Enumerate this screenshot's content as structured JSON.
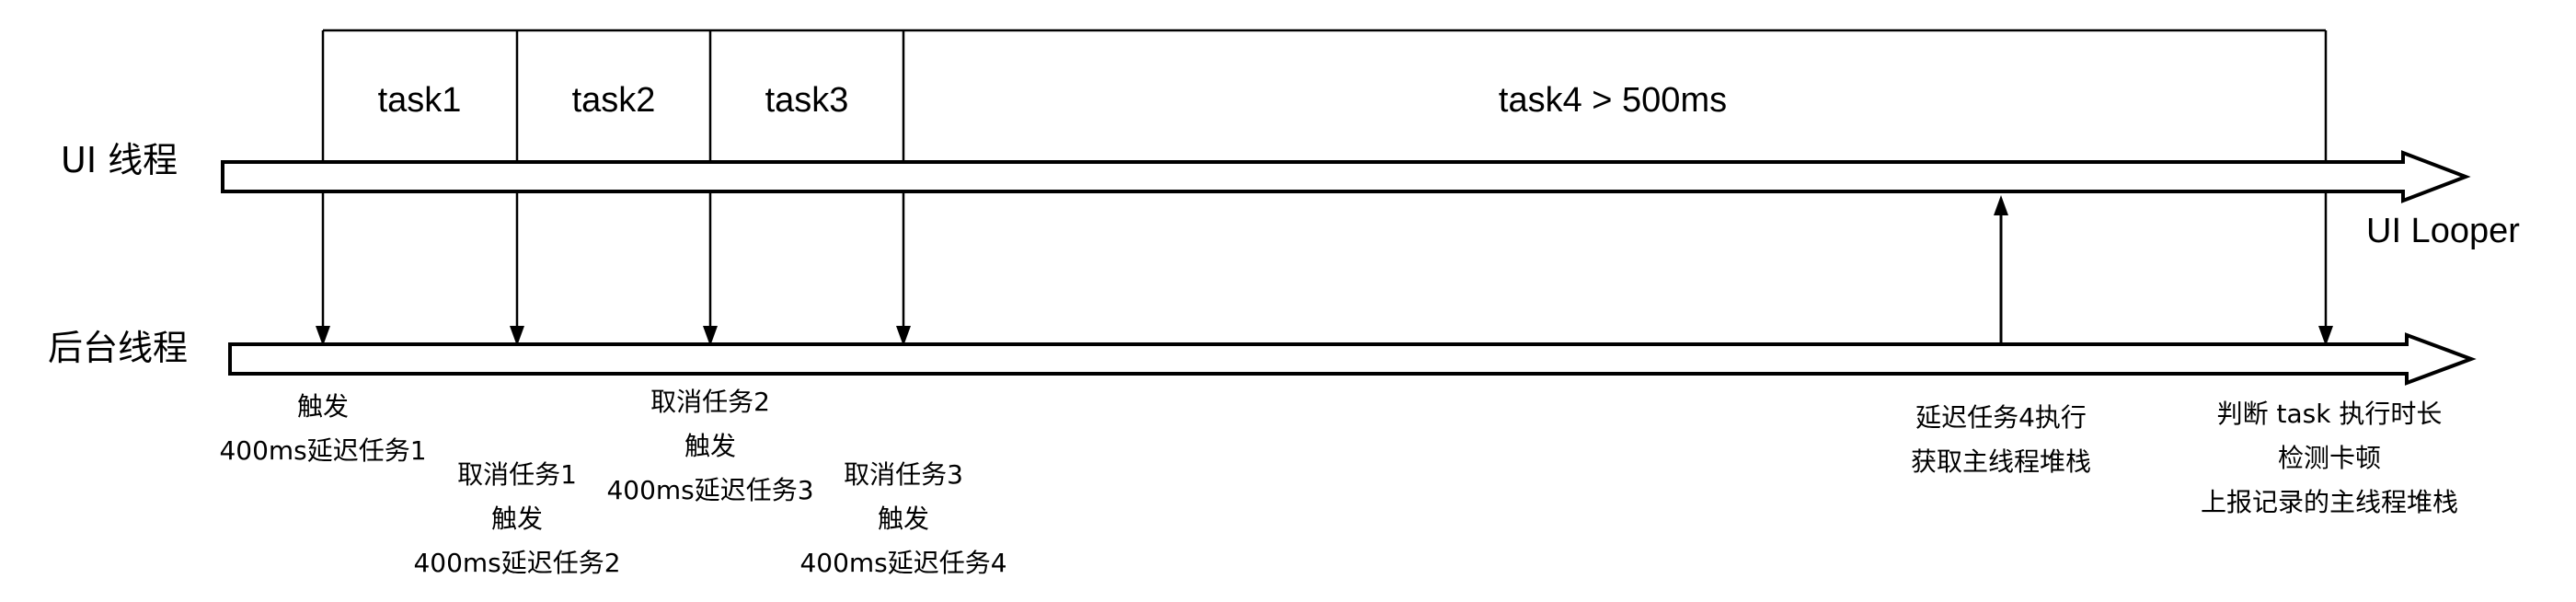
{
  "threads": {
    "ui": "UI 线程",
    "background": "后台线程",
    "ui_looper": "UI Looper"
  },
  "tasks": [
    "task1",
    "task2",
    "task3",
    "task4 > 500ms"
  ],
  "annotations": {
    "trigger1": [
      "触发",
      "400ms延迟任务1"
    ],
    "cancel1": [
      "取消任务1",
      "触发",
      "400ms延迟任务2"
    ],
    "cancel2": [
      "取消任务2",
      "触发",
      "400ms延迟任务3"
    ],
    "cancel3": [
      "取消任务3",
      "触发",
      "400ms延迟任务4"
    ],
    "delayed4": [
      "延迟任务4执行",
      "获取主线程堆栈"
    ],
    "judge": [
      "判断 task 执行时长",
      "检测卡顿",
      "上报记录的主线程堆栈"
    ]
  }
}
